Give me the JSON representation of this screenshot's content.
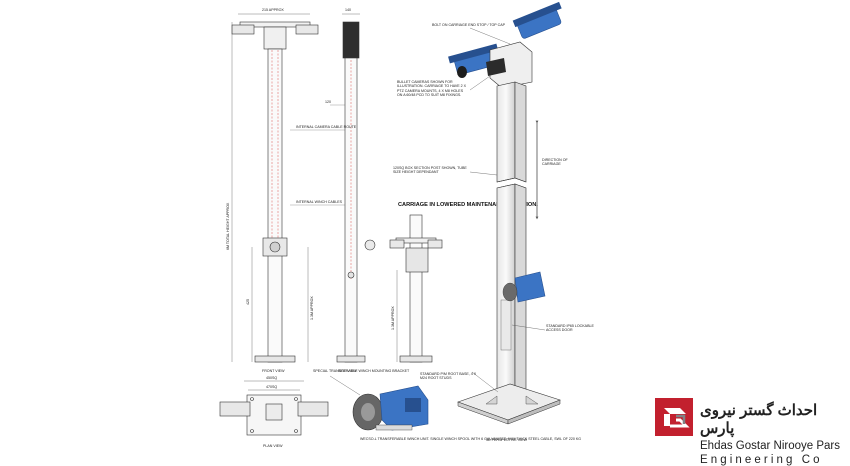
{
  "front": {
    "top_dim": "215 APPROX",
    "overall_height": "6M TOTAL HEIGHT APPROX",
    "lower_dim": "425",
    "lower_dim2": "1.3M APPROX",
    "view_label": "FRONT VIEW"
  },
  "side": {
    "top_dim": "140",
    "width_dim": "120",
    "note_cable": "INTERNAL CAMERA CABLE ROUTE",
    "note_winch": "INTERNAL WINCH CABLES",
    "view_label": "SIDE VIEW"
  },
  "lowered": {
    "title": "CARRIAGE IN LOWERED MAINTENANCE POSITION.",
    "dim": "1.3M APPROX"
  },
  "plan": {
    "dim1": "450SQ",
    "dim2": "470SQ",
    "view_label": "PLAN VIEW"
  },
  "notes": {
    "bracket": "SPECIAL TRANSFERABLE WINCH MOUNTING BRACKET",
    "winch": "WECSO-L TRANSFERABLE WINCH UNIT. SINGLE WINCH SPOOL WITH 6 GALVANISED 4MM THICK STEEL CABLE, SWL OF 220 KG",
    "bolt": "BOLT ON CARRIAGE END STOP / TOP CAP",
    "cameras": "BULLET CAMERAS SHOWN FOR ILLUSTRATION. CARRIAGE TO HAVE 2 X PTZ CAMERA MOUNTS, 4 X M8 HOLES ON A 60/48 PCD TO SUIT M8 FIXINGS.",
    "post": "120SQ BOX SECTION POST SHOWN, TUBE SIZE HEIGHT DEPENDANT",
    "direction": "DIRECTION OF CARRIAGE",
    "door": "STANDARD IP65 LOCKABLE ACCESS DOOR",
    "base": "STANDARD P/M ROOT BASE, 4 X M24 ROOT STUDS",
    "perspective_label": "3D PERSPECTIVE VIEW"
  },
  "logo": {
    "fa": "احداث گستر نیروی پارس",
    "en1": "Ehdas Gostar Nirooye Pars",
    "en2": "Engineering Co",
    "colors": {
      "red": "#c2202e",
      "gray": "#808285"
    }
  },
  "colors": {
    "line": "#333333",
    "dim": "#555555",
    "red_line": "#d9534f",
    "camera_blue": "#3b74c4",
    "camera_dark": "#27508f",
    "pole_face": "#f4f4f4",
    "pole_shade": "#dcdcdc"
  }
}
